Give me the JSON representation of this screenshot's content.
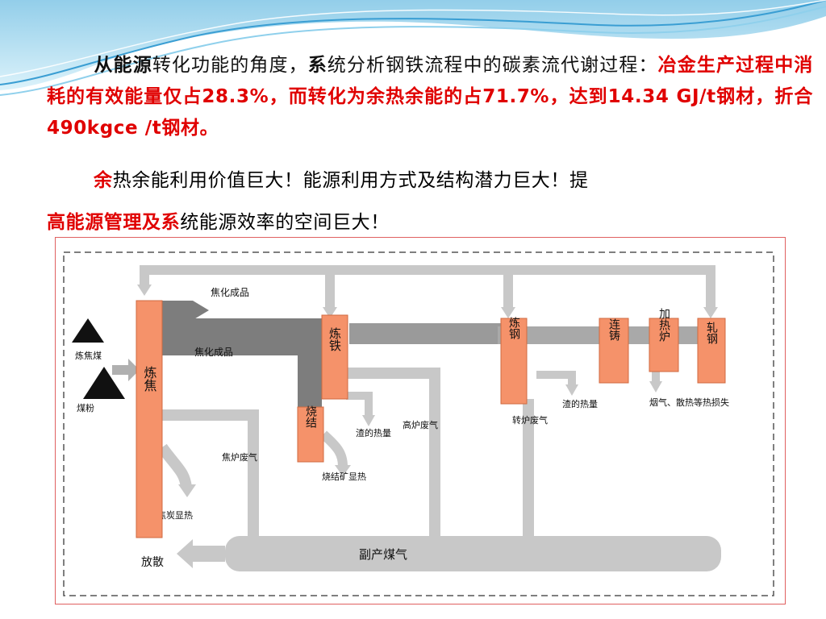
{
  "paragraph1": {
    "lead_bold_1": "从能源",
    "plain_1": "转化功能的角度，",
    "lead_bold_2": "系",
    "plain_2": "统分析钢铁流程中的碳素流代谢过程：",
    "red_1": "冶金生产过程中消耗的有效能量仅占28.3%，而转化为余热余能的占71.7%，达到14.34  GJ/t钢材，折合490kgce /t钢材。"
  },
  "paragraph2": {
    "red_start": "余",
    "plain": "热余能利用价值巨大！能源利用方式及结构潜力巨大！提",
    "red_bold": "高能源管理及系",
    "plain_end": "统能源效率的空间巨大！"
  },
  "diagram": {
    "raw_inputs": [
      "炼焦煤",
      "煤粉"
    ],
    "process_units": {
      "coking": "炼焦",
      "ironmaking": "炼铁",
      "sintering": "烧结",
      "steelmaking": "炼钢",
      "casting": "连铸",
      "reheating": "加热炉",
      "rolling": "轧钢"
    },
    "flows": {
      "coke_product_top": "焦化成品",
      "coke_product_main": "焦化成品",
      "coke_sensible_heat": "焦炭显热",
      "coke_oven_gas": "焦炉废气",
      "iron_slag_heat": "渣的热量",
      "bf_gas": "高炉废气",
      "sinter_heat": "烧结矿显热",
      "converter_gas": "转炉废气",
      "steel_slag_heat": "渣的热量",
      "reheat_losses": "烟气、散热等热损失",
      "byproduct_gas": "副产煤气",
      "flare": "放散"
    }
  },
  "colors": {
    "orange": "#f5926a",
    "grey_light": "#c8c8c8",
    "grey_mid": "#a9a9a9",
    "grey_dark": "#7d7d7d",
    "red": "#e00000"
  }
}
